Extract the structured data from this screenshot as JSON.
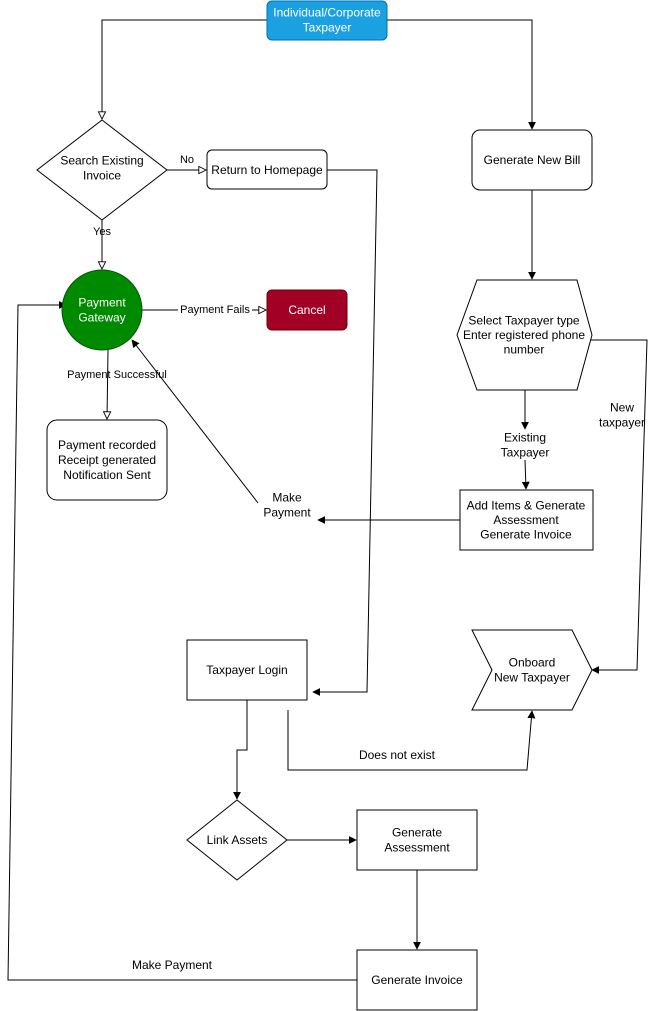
{
  "diagram": {
    "nodes": {
      "taxpayer": {
        "lines": [
          "Individual/Corporate",
          "Taxpayer"
        ],
        "fill": "#1ba1e2"
      },
      "search_invoice": {
        "lines": [
          "Search Existing",
          "Invoice"
        ]
      },
      "return_homepage": {
        "lines": [
          "Return to Homepage"
        ]
      },
      "generate_bill": {
        "lines": [
          "Generate New Bill"
        ]
      },
      "payment_gateway": {
        "lines": [
          "Payment",
          "Gateway"
        ],
        "fill": "#008a00"
      },
      "cancel": {
        "lines": [
          "Cancel"
        ],
        "fill": "#a20025"
      },
      "select_taxpayer": {
        "lines": [
          "Select Taxpayer type",
          "Enter registered phone",
          "number"
        ]
      },
      "payment_recorded": {
        "lines": [
          "Payment recorded",
          "Receipt generated",
          "Notification Sent"
        ]
      },
      "add_items": {
        "lines": [
          "Add Items & Generate",
          "Assessment",
          "Generate Invoice"
        ]
      },
      "taxpayer_login": {
        "lines": [
          "Taxpayer Login"
        ]
      },
      "onboard": {
        "lines": [
          "Onboard",
          "New Taxpayer"
        ]
      },
      "link_assets": {
        "lines": [
          "Link Assets"
        ]
      },
      "generate_assessment": {
        "lines": [
          "Generate",
          "Assessment"
        ]
      },
      "generate_invoice": {
        "lines": [
          "Generate Invoice"
        ]
      }
    },
    "edge_labels": {
      "no": [
        "No"
      ],
      "yes": [
        "Yes"
      ],
      "payment_fails": [
        "Payment Fails"
      ],
      "payment_successful": [
        "Payment Successful"
      ],
      "new_taxpayer": [
        "New",
        "taxpayer"
      ],
      "existing_taxpayer": [
        "Existing",
        "Taxpayer"
      ],
      "make_payment_1": [
        "Make",
        "Payment"
      ],
      "does_not_exist": [
        "Does not exist"
      ],
      "make_payment_2": [
        "Make Payment"
      ]
    }
  }
}
